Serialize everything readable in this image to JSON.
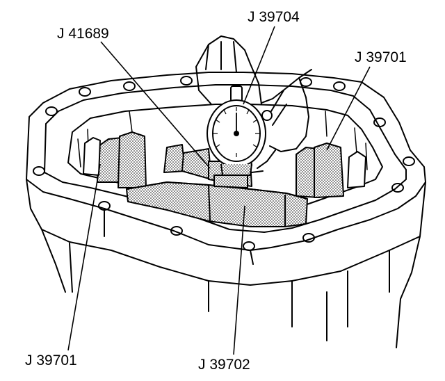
{
  "callouts": {
    "tool_top_left": "J 41689",
    "tool_top_center": "J 39704",
    "tool_right": "J 39701",
    "tool_bottom_left": "J 39701",
    "tool_bottom_center": "J 39702"
  },
  "colors": {
    "line": "#000000",
    "background": "#ffffff",
    "stipple": "#000000"
  }
}
